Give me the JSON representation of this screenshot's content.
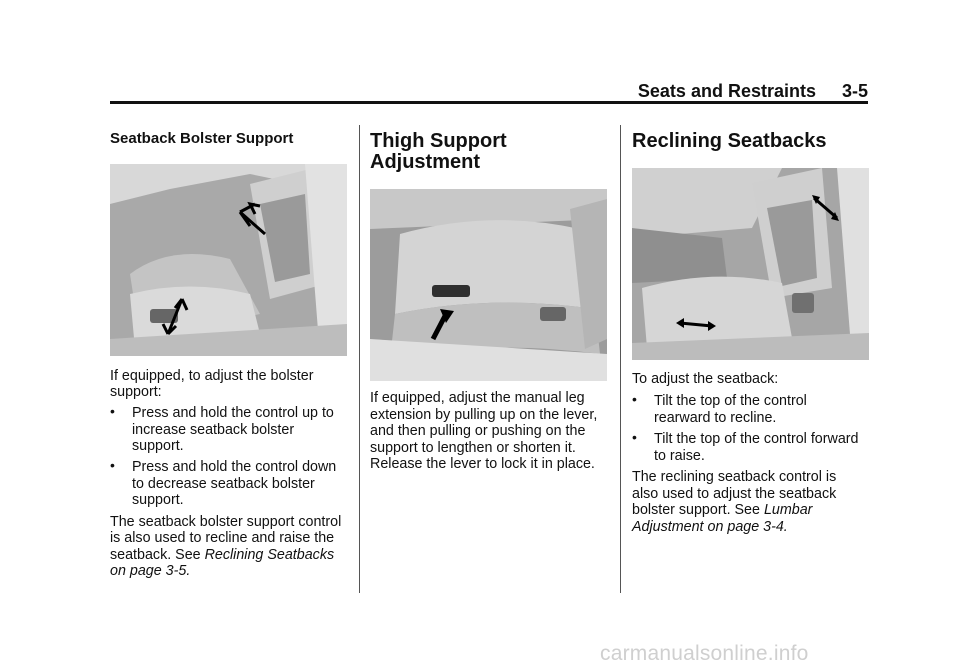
{
  "header": {
    "section": "Seats and Restraints",
    "page": "3-5"
  },
  "col1": {
    "heading": "Seatback Bolster Support",
    "intro": [
      "If equipped, to adjust the bolster",
      "support:"
    ],
    "bullets": [
      [
        "Press and hold the control up to",
        "increase seatback bolster",
        "support."
      ],
      [
        "Press and hold the control down",
        "to decrease seatback bolster",
        "support."
      ]
    ],
    "para": [
      "The seatback bolster support control",
      "is also used to recline and raise the"
    ],
    "para_tail": "seatback. See ",
    "link1": "Reclining Seatbacks",
    "link2": "on page 3-5."
  },
  "col2": {
    "heading": [
      "Thigh Support",
      "Adjustment"
    ],
    "para": [
      "If equipped, adjust the manual leg",
      "extension by pulling up on the lever,",
      "and then pulling or pushing on the",
      "support to lengthen or shorten it.",
      "Release the lever to lock it in place."
    ]
  },
  "col3": {
    "heading": "Reclining Seatbacks",
    "intro": "To adjust the seatback:",
    "bullets": [
      [
        "Tilt the top of the control",
        "rearward to recline."
      ],
      [
        "Tilt the top of the control forward",
        "to raise."
      ]
    ],
    "para": [
      "The reclining seatback control is",
      "also used to adjust the seatback"
    ],
    "para_tail": "bolster support. See ",
    "link1": "Lumbar",
    "link2": "Adjustment on page 3-4."
  },
  "watermark": "carmanualsonline.info",
  "colors": {
    "text": "#111111",
    "rule": "#111111",
    "photo_gray": "#b8b8b8",
    "watermark": "#cfcfcf"
  }
}
